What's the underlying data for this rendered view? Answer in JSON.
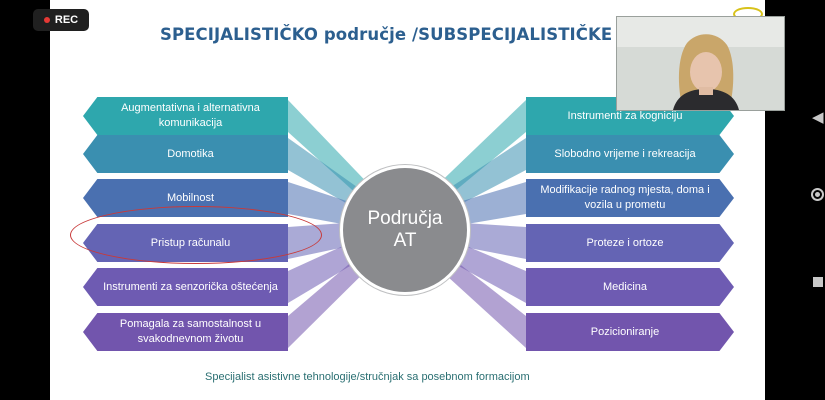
{
  "recording": {
    "label": "REC",
    "dot_color": "#e53935"
  },
  "slide": {
    "title": "SPECIJALISTIČKO područje /SUBSPECIJALISTIČKE dom",
    "hub": {
      "line1": "Područja",
      "line2": "AT"
    },
    "left_items": [
      {
        "label": "Augmentativna i alternativna komunikacija",
        "color": "#2ea7ad"
      },
      {
        "label": "Domotika",
        "color": "#3a8fb0"
      },
      {
        "label": "Mobilnost",
        "color": "#4a70b0"
      },
      {
        "label": "Pristup računalu",
        "color": "#6464b4"
      },
      {
        "label": "Instrumenti za senzorička oštećenja",
        "color": "#6e5bb2"
      },
      {
        "label": "Pomagala za samostalnost u svakodnevnom životu",
        "color": "#7255ad"
      }
    ],
    "right_items": [
      {
        "label": "Instrumenti za kogniciju",
        "color": "#2ea7ad"
      },
      {
        "label": "Slobodno vrijeme i rekreacija",
        "color": "#3a8fb0"
      },
      {
        "label": "Modifikacije radnog mjesta, doma i vozila u prometu",
        "color": "#4a70b0"
      },
      {
        "label": "Proteze i ortoze",
        "color": "#6464b4"
      },
      {
        "label": "Medicina",
        "color": "#6e5bb2"
      },
      {
        "label": "Pozicioniranje",
        "color": "#7255ad"
      }
    ],
    "highlighted_item": "Pristup računalu",
    "footer": "Specijalist asistivne tehnologije/stručnjak sa posebnom formacijom"
  },
  "sidebar_icons": [
    "chevron-left-icon",
    "record-icon",
    "stop-icon"
  ]
}
